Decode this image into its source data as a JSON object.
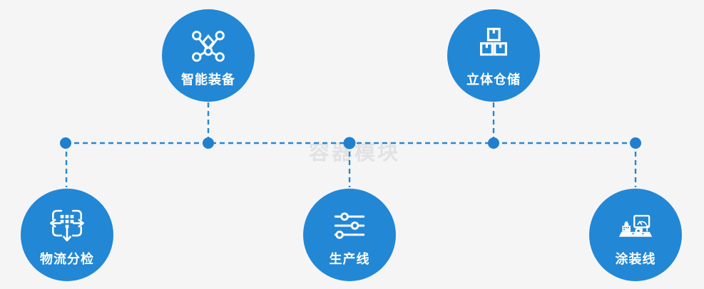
{
  "watermark": "容器模块",
  "colors": {
    "background": "#f5f5f6",
    "node_blue": "#2287d5",
    "line_blue": "#2a86d0",
    "icon_white": "#ffffff",
    "watermark_gray": "#e2e2e5"
  },
  "nodes": [
    {
      "label": "智能装备",
      "icon": "network-nodes-icon"
    },
    {
      "label": "立体仓储",
      "icon": "stacked-boxes-icon"
    },
    {
      "label": "物流分检",
      "icon": "sort-distribute-icon"
    },
    {
      "label": "生产线",
      "icon": "sliders-icon"
    },
    {
      "label": "涂装线",
      "icon": "machine-monitor-icon"
    }
  ]
}
